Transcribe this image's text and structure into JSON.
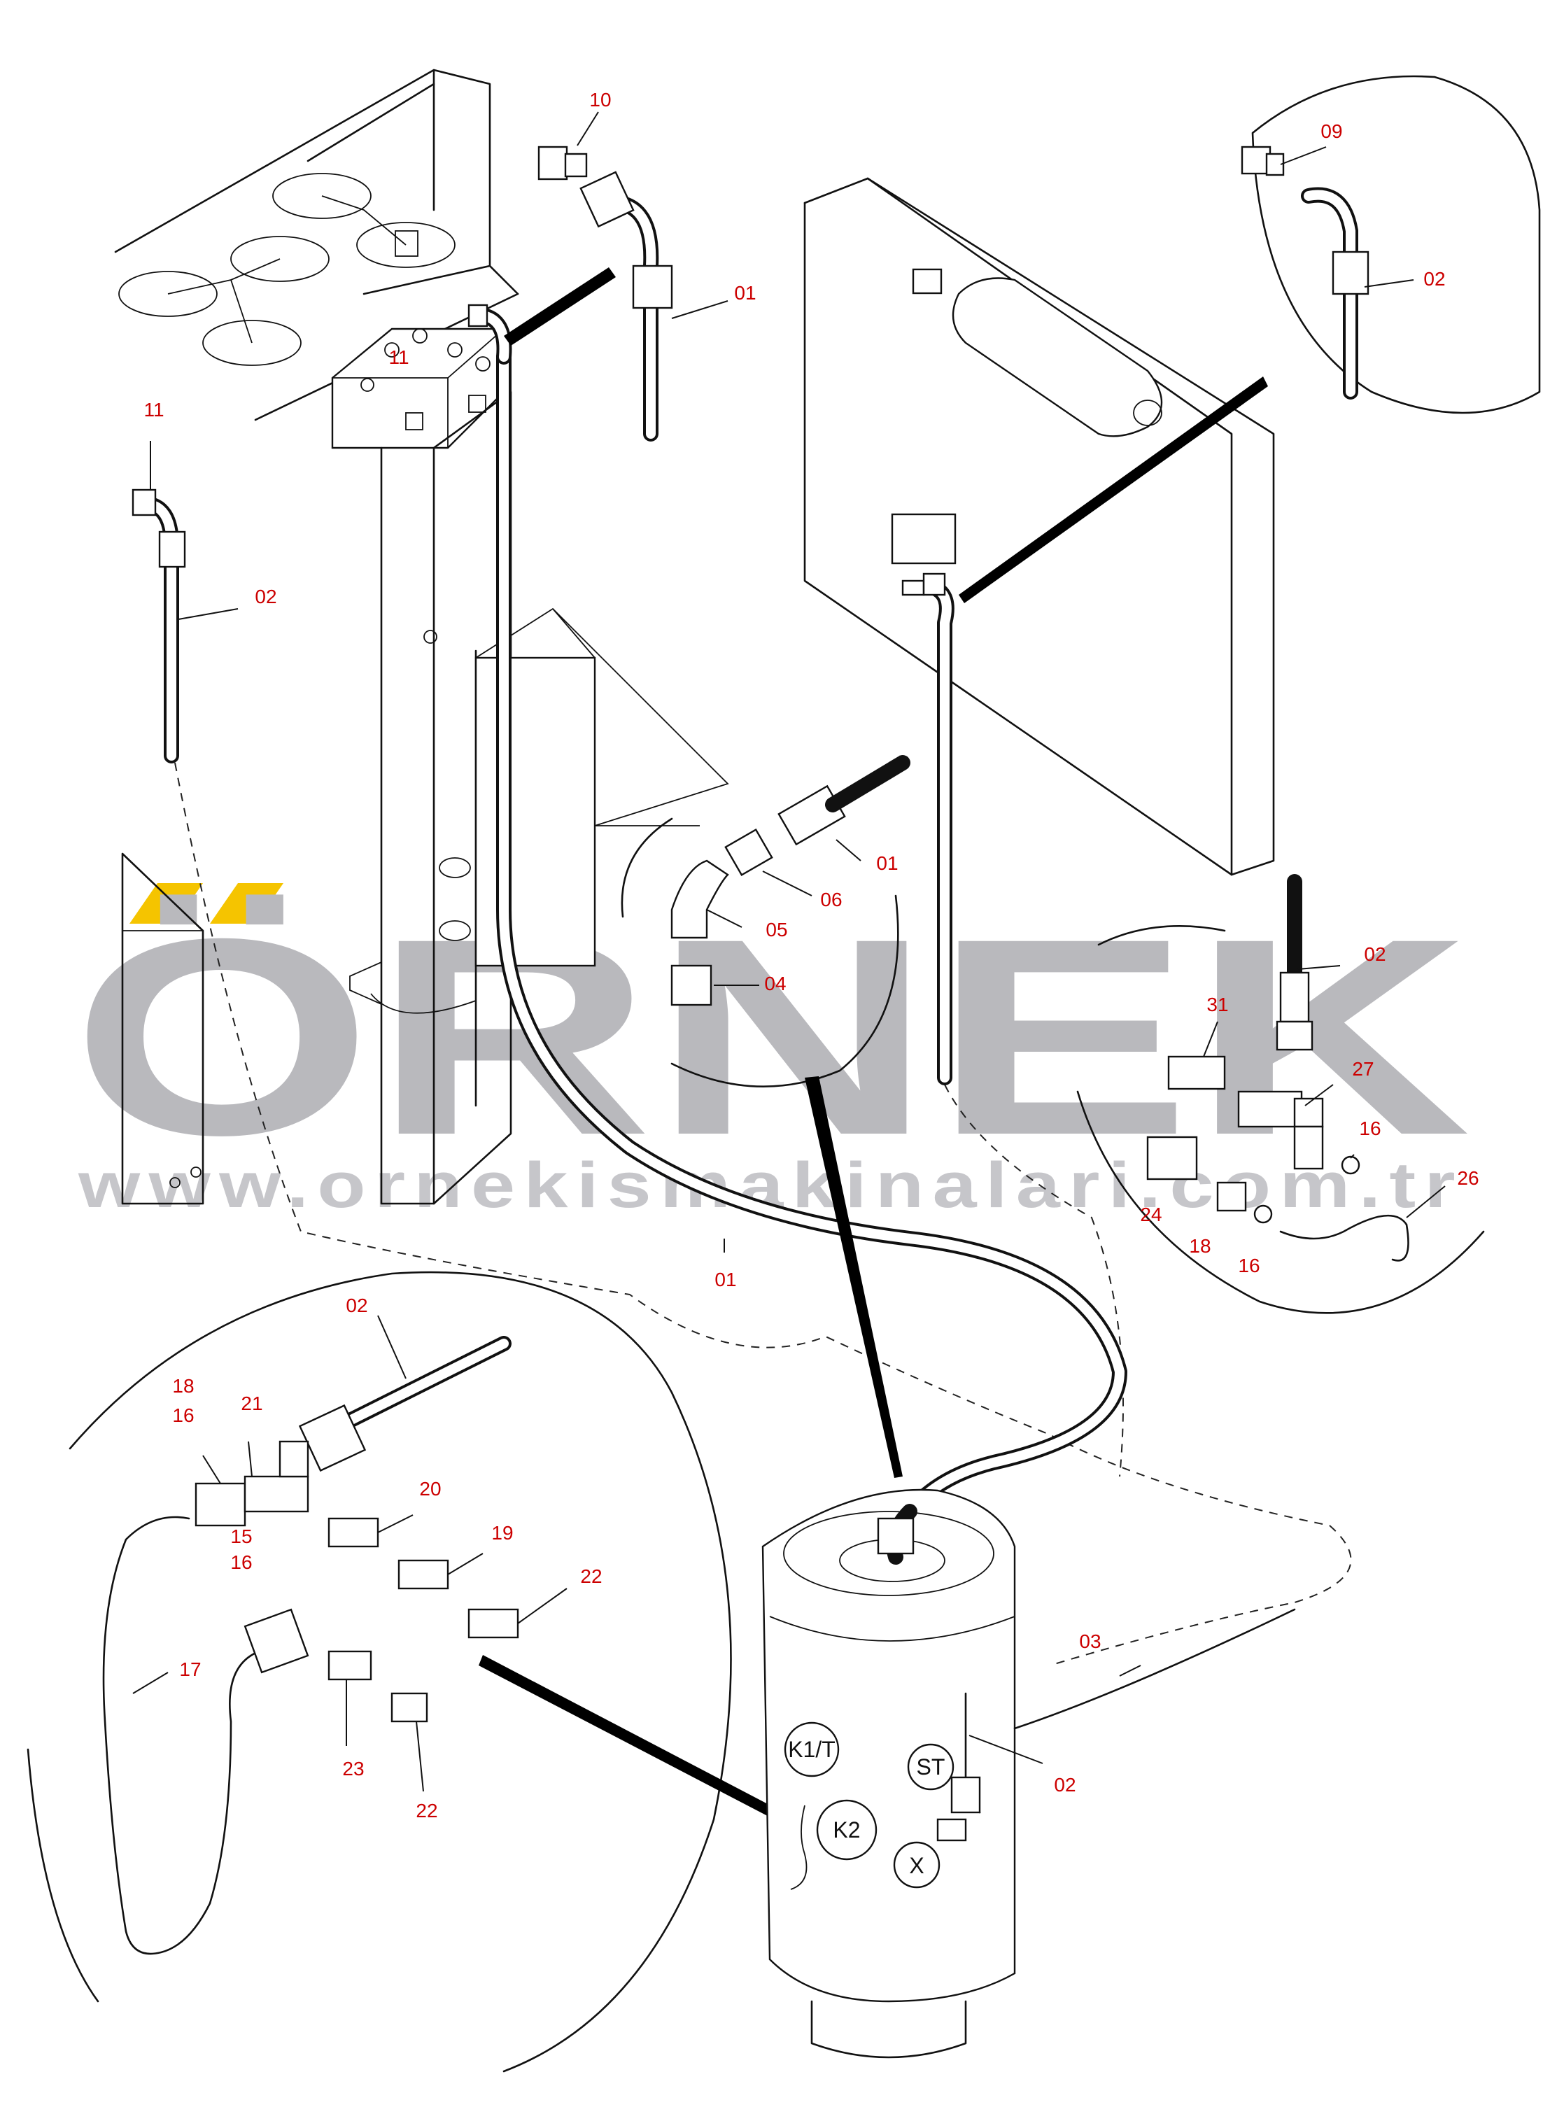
{
  "watermark": {
    "brand": "ÖRNEK",
    "url": "www.ornekismakinalari.com.tr",
    "accent_color": "#f5c400",
    "text_color": "#b9b9bd"
  },
  "labels": {
    "p10": "10",
    "p01_top": "01",
    "p11_block": "11",
    "p11_left": "11",
    "p02_left": "02",
    "p09": "09",
    "p02_top_right": "02",
    "p01_mid": "01",
    "p06": "06",
    "p05": "05",
    "p04": "04",
    "p02_right": "02",
    "p31": "31",
    "p27": "27",
    "p16_right_a": "16",
    "p26": "26",
    "p24": "24",
    "p18_right": "18",
    "p16_right_b": "16",
    "p01_bottom": "01",
    "p02_detail": "02",
    "p18_detail": "18",
    "p16_detail_a": "16",
    "p21": "21",
    "p20": "20",
    "p15": "15",
    "p16_detail_b": "16",
    "p19": "19",
    "p22_a": "22",
    "p17": "17",
    "p23": "23",
    "p22_b": "22",
    "p03": "03",
    "p02_bottom": "02"
  },
  "port_codes": {
    "k1t": "K1/T",
    "st": "ST",
    "k2": "K2",
    "x": "X"
  },
  "colors": {
    "label": "#cc0000",
    "line": "#111111"
  }
}
